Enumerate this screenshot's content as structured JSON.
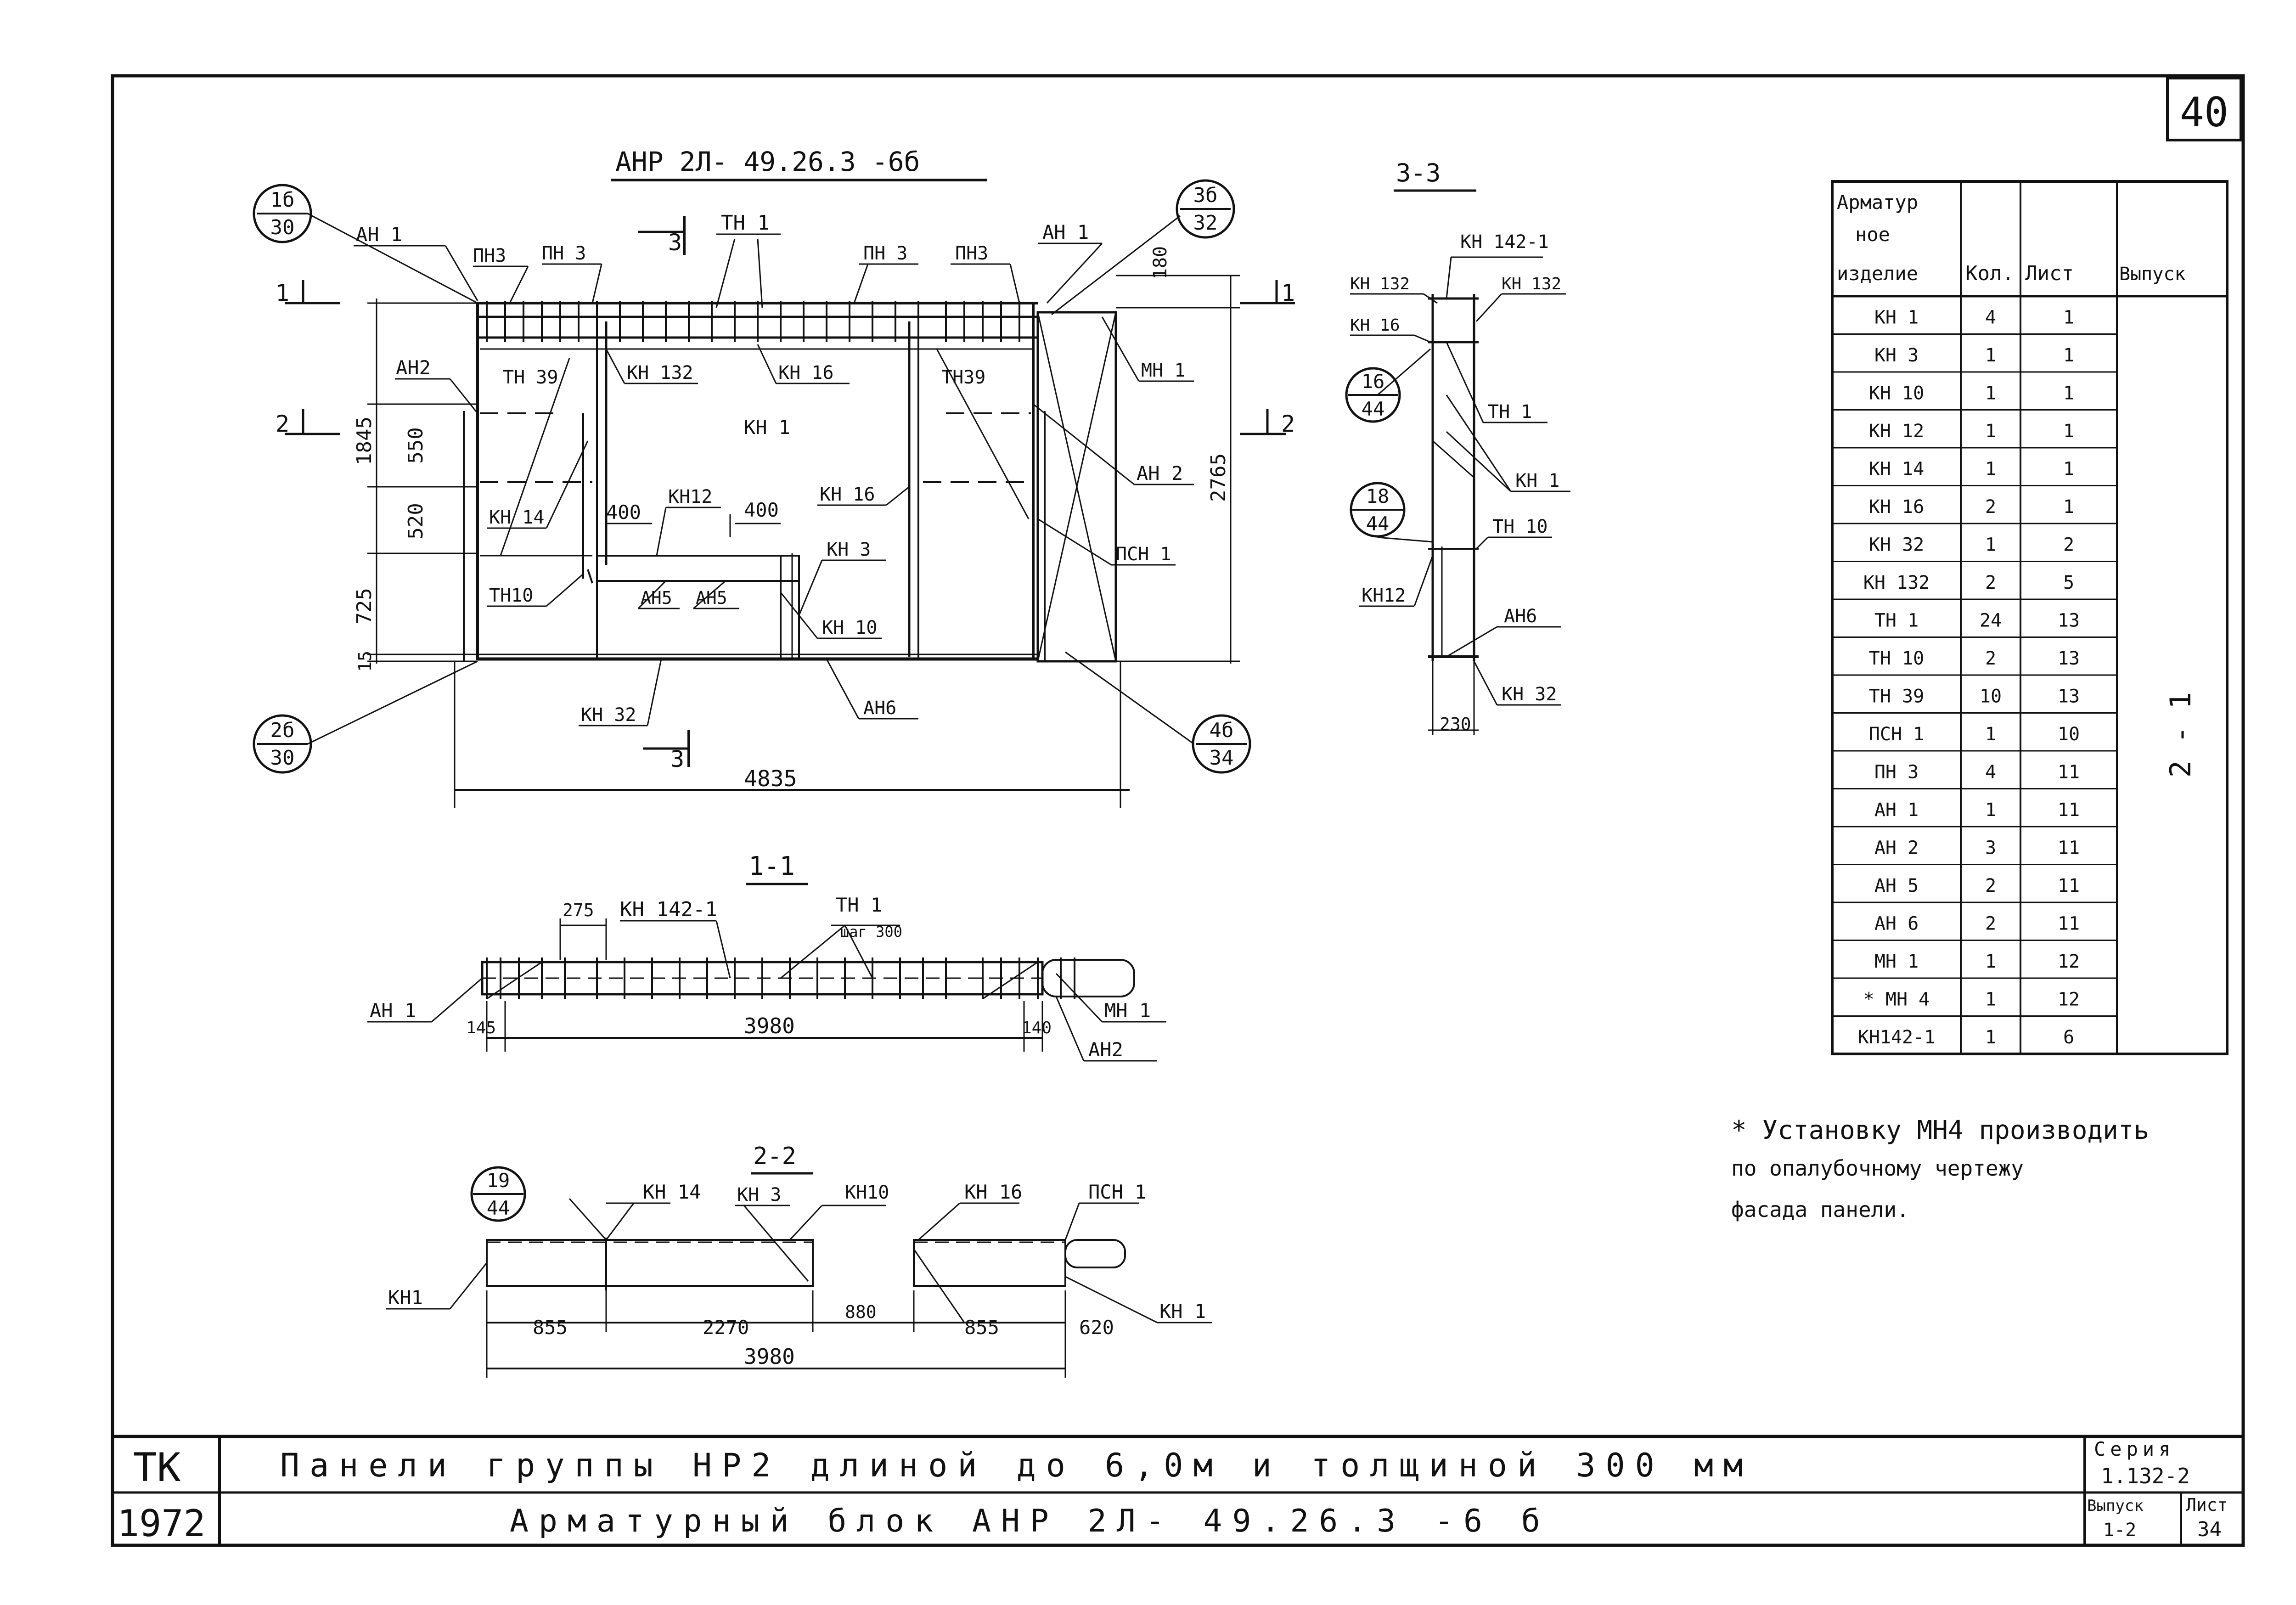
{
  "sheet": {
    "page_number": "40",
    "main_title": "АНР 2Л- 49.26.3 -6б",
    "notes_line1": "* Установку МН4 производить",
    "notes_line2": "по опалубочному чертежу",
    "notes_line3": "фасада панели."
  },
  "callouts": {
    "c1": {
      "top": "1б",
      "bottom": "30"
    },
    "c2": {
      "top": "3б",
      "bottom": "32"
    },
    "c3": {
      "top": "2б",
      "bottom": "30"
    },
    "c4": {
      "top": "4б",
      "bottom": "34"
    },
    "c5": {
      "top": "16",
      "bottom": "44"
    },
    "c6": {
      "top": "18",
      "bottom": "44"
    },
    "c7": {
      "top": "19",
      "bottom": "44"
    }
  },
  "elevation": {
    "labels": {
      "an1_l": "АН 1",
      "pn3_1": "ПН3",
      "pn3_2": "ПН 3",
      "tn1": "ТН 1",
      "pn3_3": "ПН 3",
      "pn3_4": "ПН3",
      "an1_r": "АН 1",
      "kn132": "КН 132",
      "kn16_a": "КН 16",
      "mn1": "МН 1",
      "an2_l": "АН2",
      "tn39_l": "ТН 39",
      "tn39_r": "ТН39",
      "kn1": "КН 1",
      "an2_r": "АН 2",
      "kn14": "КН 14",
      "kn12": "КН12",
      "kn16_b": "КН 16",
      "kn3": "КН 3",
      "psn1": "ПСН 1",
      "tn10": "ТН10",
      "an5_a": "АН5",
      "an5_b": "АН5",
      "kn10": "КН 10",
      "kn32": "КН 32",
      "an6": "АН6"
    },
    "dims": {
      "d1845": "1845",
      "d550": "550",
      "d520": "520",
      "d725": "725",
      "d15": "15",
      "d180": "180",
      "d2765": "2765",
      "d400a": "400",
      "d400b": "400",
      "d4835": "4835"
    },
    "sections": {
      "s1": "1",
      "s2": "2",
      "s3a": "3",
      "s3b": "3",
      "s1r": "1",
      "s2r": "2"
    }
  },
  "section_33": {
    "title": "3-3",
    "labels": {
      "kn142": "КН 142-1",
      "kn132l": "КН 132",
      "kn132r": "КН 132",
      "kn16": "КН 16",
      "tn1": "ТН 1",
      "kn1": "КН 1",
      "tn10": "ТН 10",
      "kn12": "КН12",
      "an6": "АН6",
      "kn32": "КН 32"
    },
    "dims": {
      "d230": "230"
    }
  },
  "section_11": {
    "title": "1-1",
    "labels": {
      "d275": "275",
      "kn142": "КН 142-1",
      "tn1": "ТН 1",
      "step": "шаг 300",
      "an1": "АН 1",
      "mn1": "МН 1",
      "an2": "АН2"
    },
    "dims": {
      "d145": "145",
      "d3980": "3980",
      "d140": "140"
    }
  },
  "section_22": {
    "title": "2-2",
    "labels": {
      "kn14": "КН 14",
      "kn3": "КН 3",
      "kn10": "КН10",
      "kn16": "КН 16",
      "psn1": "ПСН 1",
      "kn1l": "КН1",
      "kn1r": "КН 1"
    },
    "dims": {
      "d855a": "855",
      "d2270": "2270",
      "d880": "880",
      "d855b": "855",
      "d620": "620",
      "d3980": "3980"
    }
  },
  "spec_table": {
    "headers": [
      "Арматурное изделие",
      "Кол.",
      "Лист",
      "Выпуск"
    ],
    "header_lines": [
      "Арматур",
      "ное",
      "изделие"
    ],
    "rows": [
      {
        "item": "КН 1",
        "qty": "4",
        "sheet": "1"
      },
      {
        "item": "КН 3",
        "qty": "1",
        "sheet": "1"
      },
      {
        "item": "КН 10",
        "qty": "1",
        "sheet": "1"
      },
      {
        "item": "КН 12",
        "qty": "1",
        "sheet": "1"
      },
      {
        "item": "КН 14",
        "qty": "1",
        "sheet": "1"
      },
      {
        "item": "КН 16",
        "qty": "2",
        "sheet": "1"
      },
      {
        "item": "КН 32",
        "qty": "1",
        "sheet": "2"
      },
      {
        "item": "КН 132",
        "qty": "2",
        "sheet": "5"
      },
      {
        "item": "ТН 1",
        "qty": "24",
        "sheet": "13"
      },
      {
        "item": "ТН 10",
        "qty": "2",
        "sheet": "13"
      },
      {
        "item": "ТН 39",
        "qty": "10",
        "sheet": "13"
      },
      {
        "item": "ПСН 1",
        "qty": "1",
        "sheet": "10"
      },
      {
        "item": "ПН 3",
        "qty": "4",
        "sheet": "11"
      },
      {
        "item": "АН 1",
        "qty": "1",
        "sheet": "11"
      },
      {
        "item": "АН 2",
        "qty": "3",
        "sheet": "11"
      },
      {
        "item": "АН 5",
        "qty": "2",
        "sheet": "11"
      },
      {
        "item": "АН 6",
        "qty": "2",
        "sheet": "11"
      },
      {
        "item": "МН 1",
        "qty": "1",
        "sheet": "12"
      },
      {
        "item": "* МН 4",
        "qty": "1",
        "sheet": "12"
      },
      {
        "item": "КН142-1",
        "qty": "1",
        "sheet": "6"
      }
    ],
    "issue": "2 - 1"
  },
  "title_block": {
    "org": "ТК",
    "year": "1972",
    "line1": "Панели группы НР2 длиной до 6,0м и толщиной 300 мм",
    "line2": "Арматурный блок АНР 2Л- 49.26.3 -6 б",
    "series_label": "Серия",
    "series_value": "1.132-2",
    "issue_label": "Выпуск",
    "issue_value": "1-2",
    "sheet_label": "Лист",
    "sheet_value": "34"
  },
  "colors": {
    "ink": "#111111",
    "paper": "#ffffff"
  }
}
